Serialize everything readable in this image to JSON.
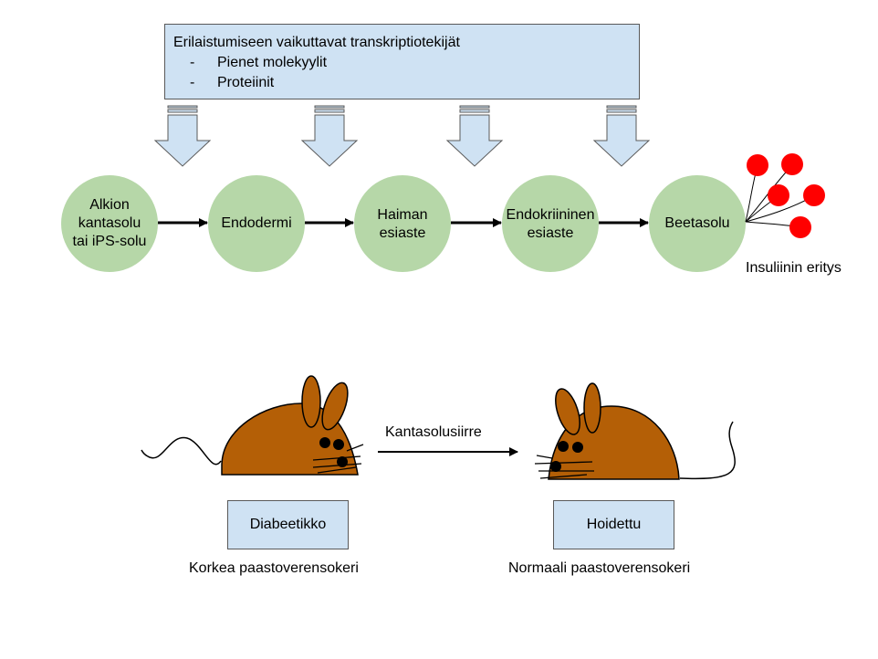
{
  "factors": {
    "title": "Erilaistumiseen vaikuttavat transkriptiotekijät",
    "items": [
      "Pienet molekyylit",
      "Proteiinit"
    ]
  },
  "stages": [
    {
      "lines": [
        "Alkion",
        "kantasolu",
        "tai iPS-solu"
      ]
    },
    {
      "lines": [
        "Endodermi"
      ]
    },
    {
      "lines": [
        "Haiman",
        "esiaste"
      ]
    },
    {
      "lines": [
        "Endokriininen",
        "esiaste"
      ]
    },
    {
      "lines": [
        "Beetasolu"
      ]
    }
  ],
  "insulin_label": "Insuliinin eritys",
  "transplant_label": "Kantasolusiirre",
  "mice": {
    "left": {
      "label": "Diabeetikko",
      "caption": "Korkea paastoverensokeri"
    },
    "right": {
      "label": "Hoidettu",
      "caption": "Normaali paastoverensokeri"
    }
  },
  "colors": {
    "cell": "#b6d7a8",
    "box": "#cfe2f3",
    "mouse": "#b45f06",
    "insulin": "#ff0000"
  }
}
